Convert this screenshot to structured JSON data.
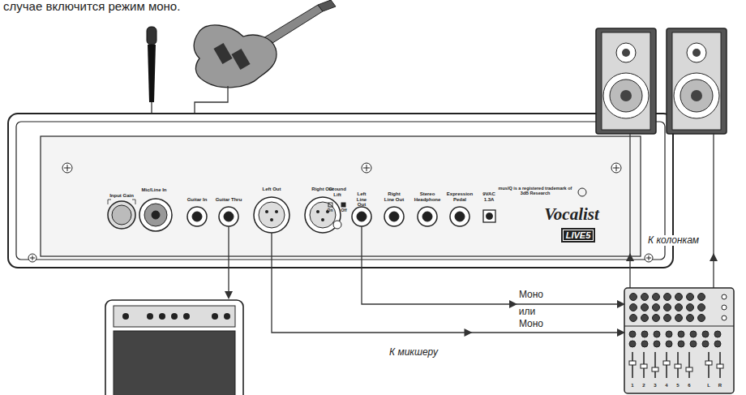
{
  "diagram": {
    "nodes": [
      {
        "text": [
          "Mic/Line In",
          "Input Gain",
          "Guitar In",
          "Guitar Thru",
          "Left Out",
          "Right Out",
          "Ground Lift",
          "On",
          "Off",
          "Left Line Out",
          "Right Line Out",
          "Stereo Headphone",
          "Expression Pedal",
          "9VAC 1.3A",
          "musIQ is a registered trademark of 3dB Research",
          "Vocalist",
          "LIVE5"
        ]
      },
      {
        "text": [
          "1",
          "2",
          "3",
          "4",
          "5",
          "6",
          "L",
          "R"
        ]
      }
    ],
    "edges": [
      {
        "from": 0,
        "to": 1,
        "arrow": "to",
        "label": "Моно"
      },
      {
        "from": 0,
        "to": 1,
        "arrow": "to",
        "label": "Моно"
      }
    ],
    "labels": [
      "случае включится режим моно.",
      "или",
      "К микшеру",
      "К колонкам"
    ]
  }
}
